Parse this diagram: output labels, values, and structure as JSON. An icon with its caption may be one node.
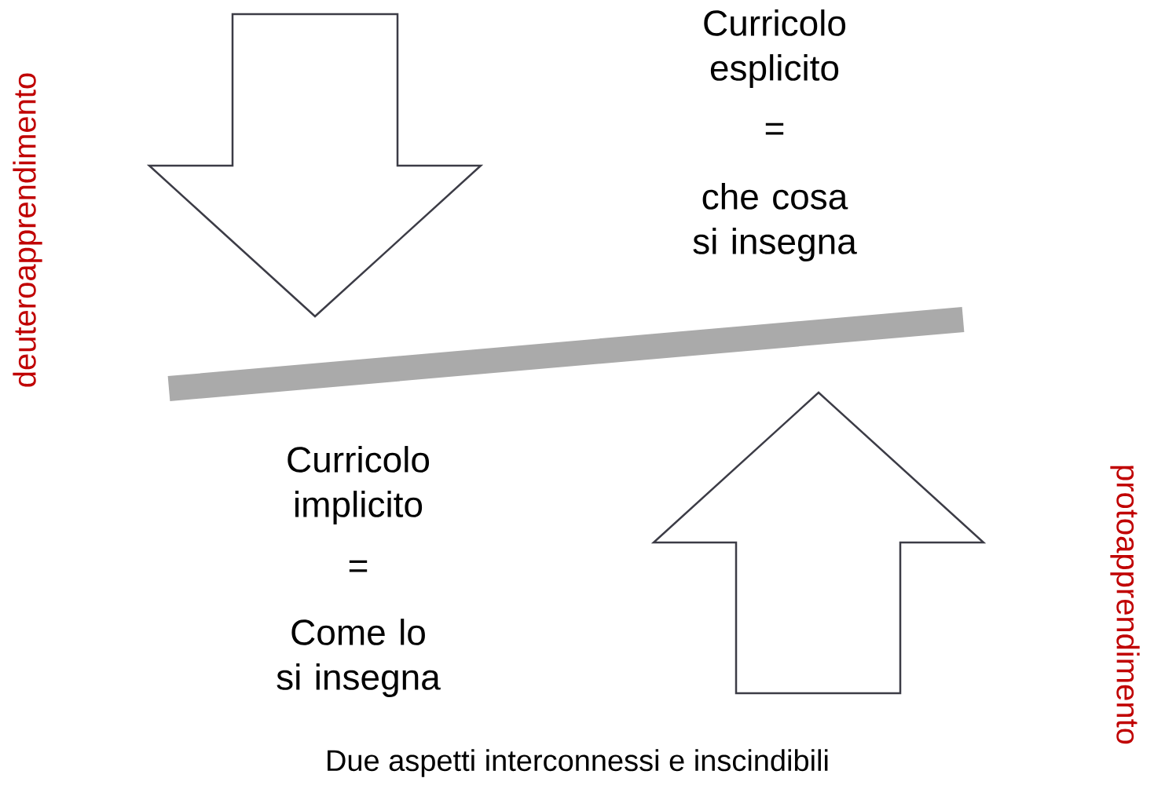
{
  "diagram": {
    "nodes": [
      {
        "text": [],
        "shape": "arrow"
      },
      {
        "text": [],
        "shape": "bar"
      },
      {
        "text": [],
        "shape": "arrow"
      }
    ],
    "labels": [
      "deuteroapprendimento",
      "Curricolo esplicito",
      "=",
      "che cosa si insegna",
      "Curricolo implicito",
      "=",
      "Come lo si insegna",
      "protoapprendimento",
      "Due aspetti interconnessi e inscindibili"
    ]
  }
}
